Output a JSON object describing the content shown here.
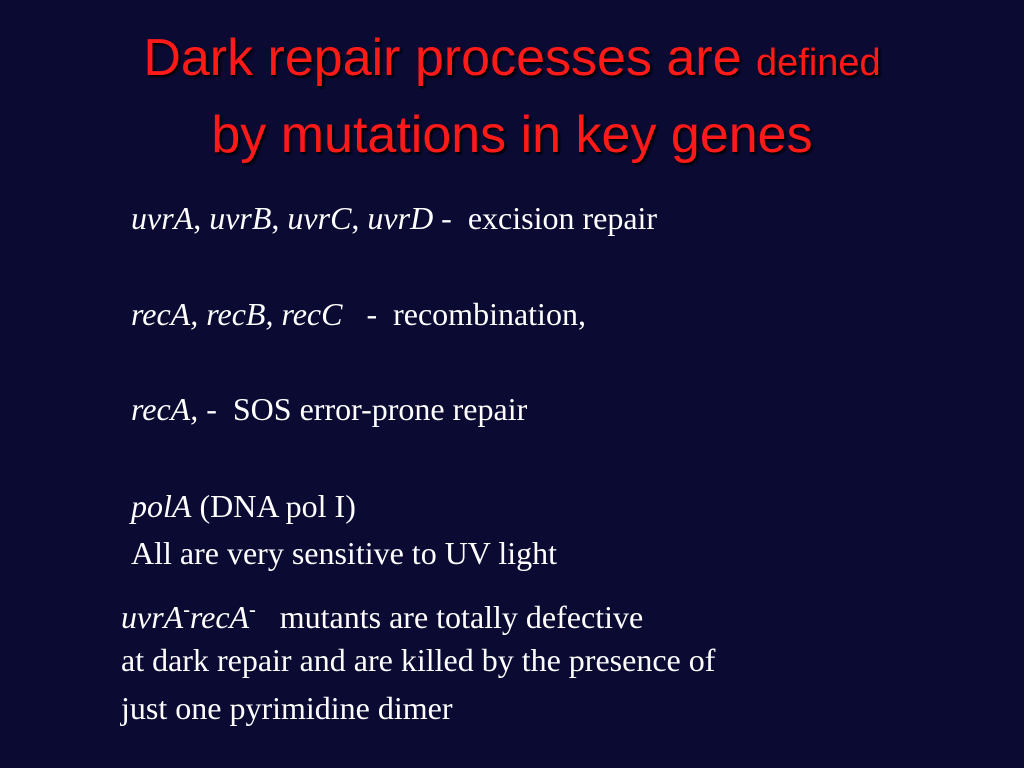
{
  "title": {
    "line1_main": "Dark repair processes are ",
    "line1_small": "defined",
    "line2": "by mutations in key genes"
  },
  "items": {
    "uvr": {
      "g1": "uvrA",
      "c1": ", ",
      "g2": "uvrB",
      "c2": ", ",
      "g3": "uvrC",
      "c3": ", ",
      "g4": "uvrD",
      "desc": " -  excision repair"
    },
    "rec": {
      "genes": "recA, recB, recC",
      "desc": "   -  recombination,"
    },
    "sos": {
      "gene": "recA,",
      "desc": " -  SOS error-prone repair"
    },
    "pol": {
      "gene": "polA",
      "desc": " (DNA pol I)"
    },
    "sensitive": "All are very sensitive to UV light"
  },
  "double_mutant": {
    "gene1": "uvrA",
    "sup1": "-",
    "gene2": "recA",
    "sup2": "-",
    "rest": "   mutants are totally defective",
    "line2": "at dark repair and are killed by the presence of",
    "line3": "just one pyrimidine dimer"
  },
  "colors": {
    "background": "#0a0a33",
    "title": "#ff1a1a",
    "text": "#ffffff"
  }
}
